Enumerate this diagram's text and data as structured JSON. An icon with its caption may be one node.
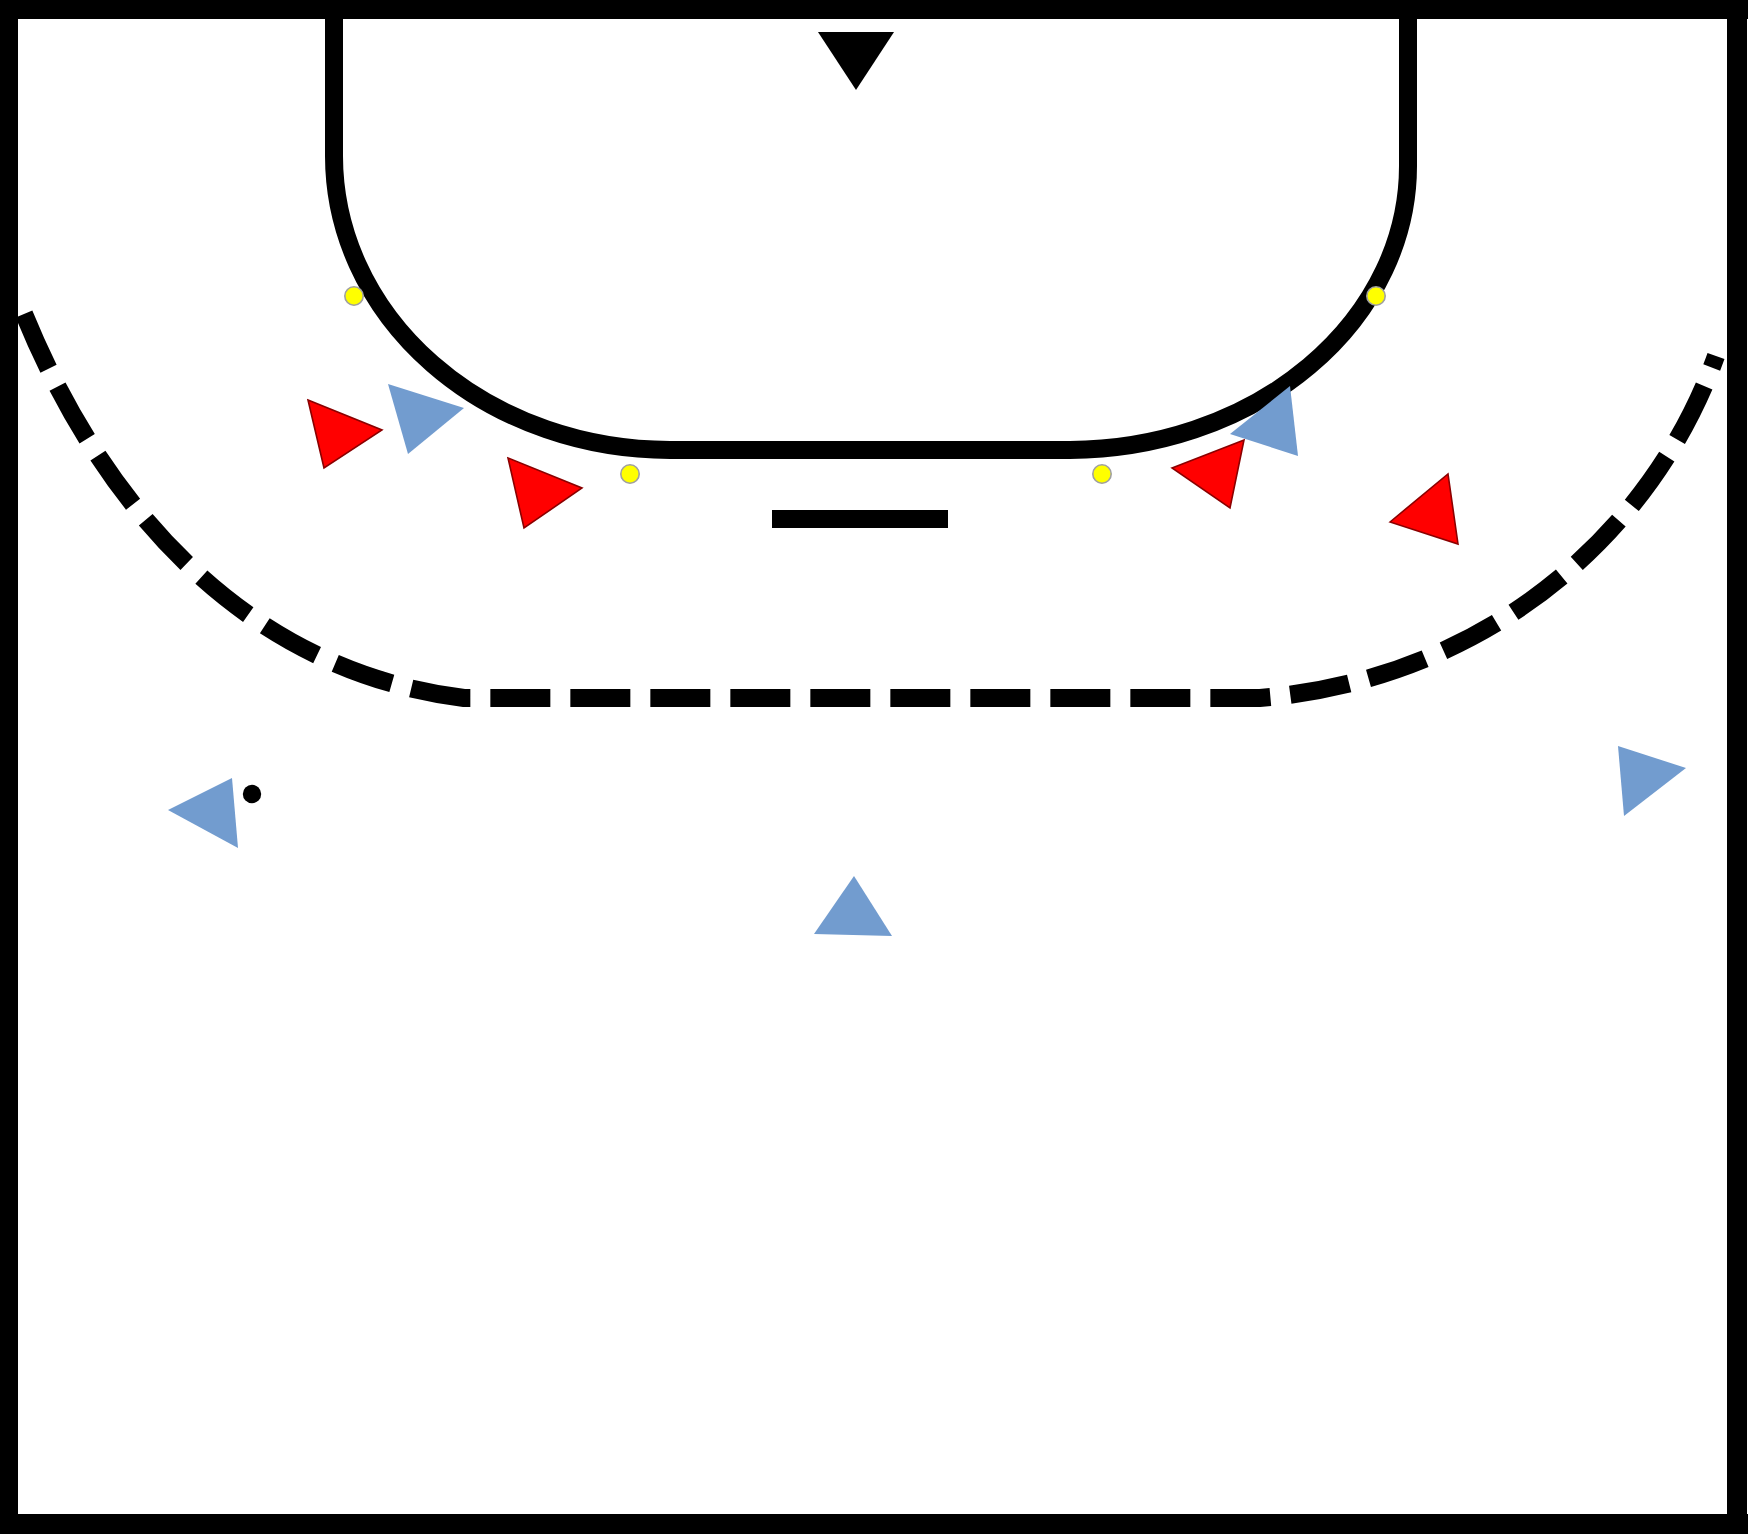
{
  "diagram": {
    "nodes": [
      {
        "text": [],
        "shape": "triangle"
      },
      {
        "text": [],
        "shape": "circle"
      },
      {
        "text": [],
        "shape": "circle"
      },
      {
        "text": [],
        "shape": "triangle"
      },
      {
        "text": [],
        "shape": "triangle"
      },
      {
        "text": [],
        "shape": "triangle"
      },
      {
        "text": [],
        "shape": "circle"
      },
      {
        "text": [],
        "shape": "circle"
      },
      {
        "text": [],
        "shape": "triangle"
      },
      {
        "text": [],
        "shape": "triangle"
      },
      {
        "text": [],
        "shape": "triangle"
      },
      {
        "text": [],
        "shape": "triangle"
      },
      {
        "text": [],
        "shape": "circle"
      },
      {
        "text": [],
        "shape": "triangle"
      },
      {
        "text": [],
        "shape": "triangle"
      }
    ]
  }
}
